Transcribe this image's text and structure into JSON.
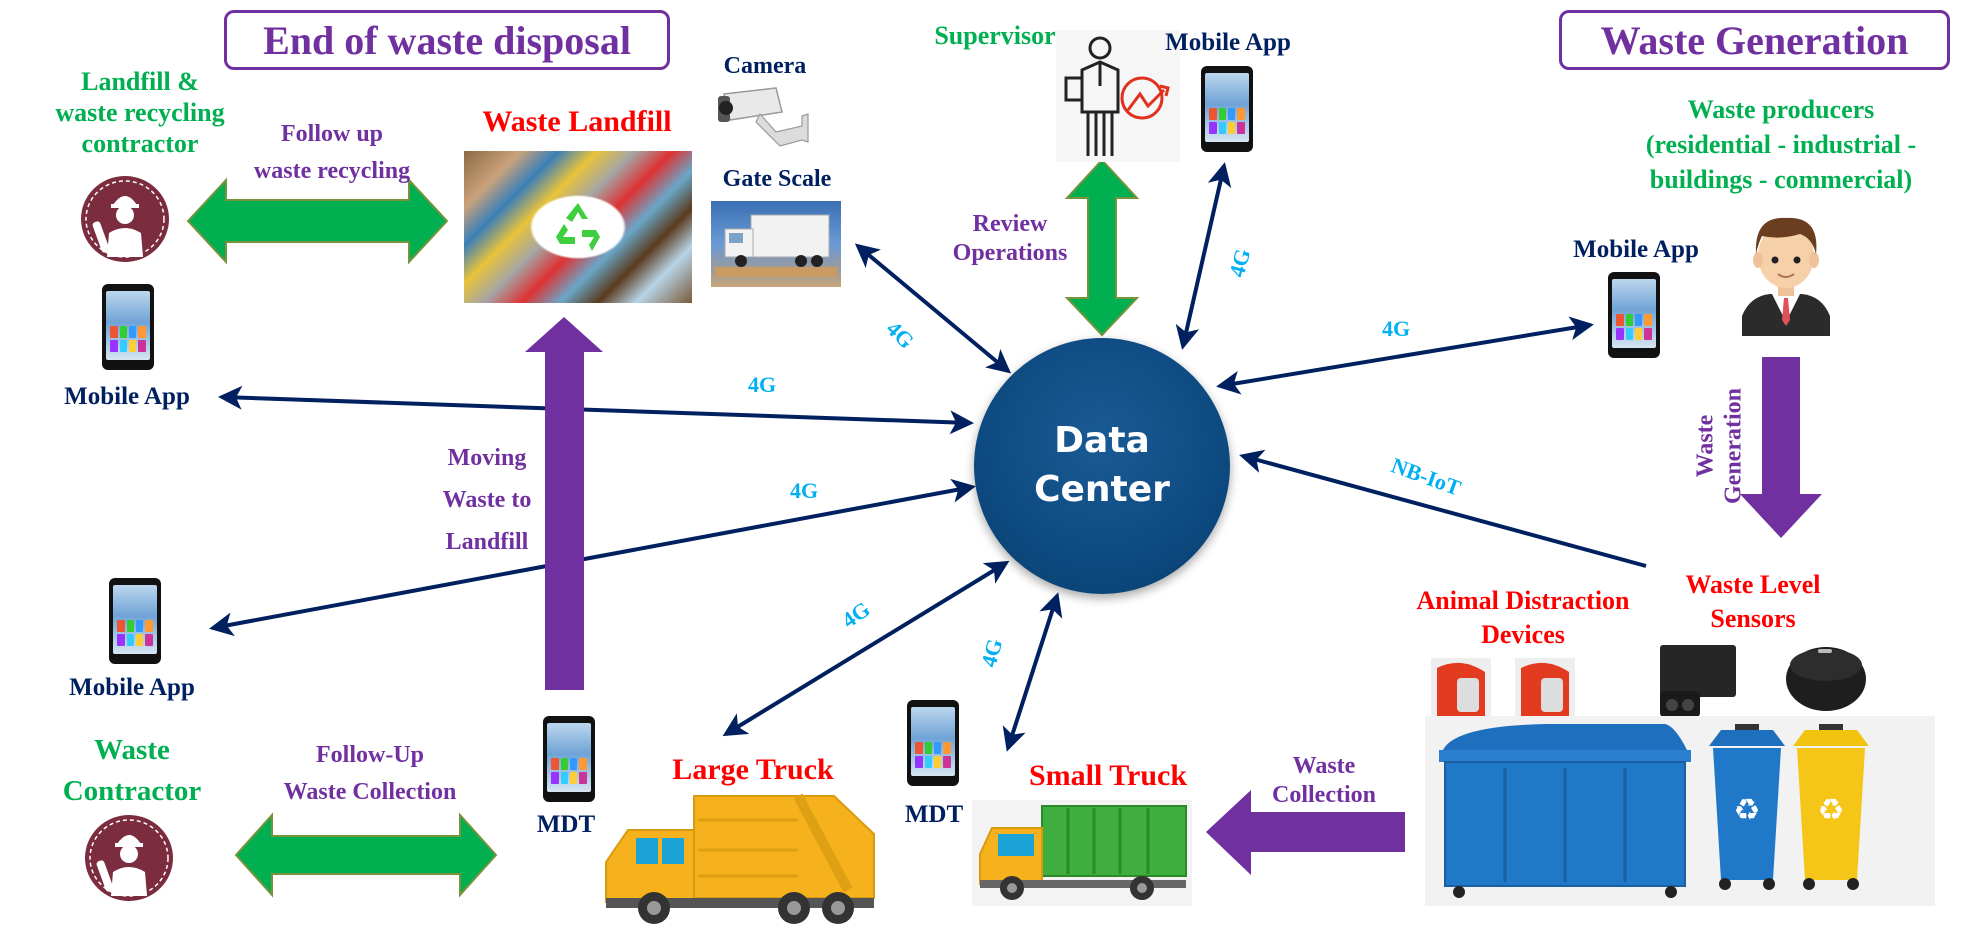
{
  "titles": {
    "end_of_disposal": "End of waste disposal",
    "waste_generation": "Waste Generation"
  },
  "center": {
    "line1": "Data",
    "line2": "Center"
  },
  "actors": {
    "recycling_contractor": [
      "Landfill &",
      "waste recycling",
      "contractor"
    ],
    "waste_contractor": [
      "Waste",
      "Contractor"
    ],
    "supervisor": "Supervisor",
    "waste_producers": [
      "Waste producers",
      "(residential - industrial -",
      "buildings - commercial)"
    ]
  },
  "devices": {
    "mobile_app_top": "Mobile App",
    "mobile_app_right": "Mobile App",
    "mobile_app_left_upper": "Mobile App",
    "mobile_app_left_lower": "Mobile App",
    "camera": "Camera",
    "gate_scale": "Gate Scale",
    "mdt_left": "MDT",
    "mdt_right": "MDT",
    "animal_distraction": [
      "Animal Distraction",
      "Devices"
    ],
    "waste_level_sensors": [
      "Waste Level",
      "Sensors"
    ]
  },
  "places": {
    "waste_landfill": "Waste Landfill",
    "large_truck": "Large Truck",
    "small_truck": "Small Truck"
  },
  "flows": {
    "follow_up_recycling": [
      "Follow up",
      "waste recycling"
    ],
    "follow_up_collection": [
      "Follow-Up",
      "Waste Collection"
    ],
    "moving_to_landfill": [
      "Moving",
      "Waste to",
      "Landfill"
    ],
    "review_operations": [
      "Review",
      "Operations"
    ],
    "waste_generation_arrow": [
      "Waste",
      "Generation"
    ],
    "waste_collection_arrow": [
      "Waste",
      "Collection"
    ]
  },
  "links": {
    "gate_scale": "4G",
    "supervisor_phone": "4G",
    "producer_phone": "4G",
    "left_upper_phone": "4G",
    "left_lower_phone": "4G",
    "large_truck": "4G",
    "small_truck": "4G",
    "sensors": "NB-IoT"
  },
  "colors": {
    "purple": "#7030A0",
    "green": "#00B050",
    "navy": "#002060",
    "cyan": "#00B0F0",
    "red": "#FF0000",
    "data_center": "#0D4A80"
  }
}
